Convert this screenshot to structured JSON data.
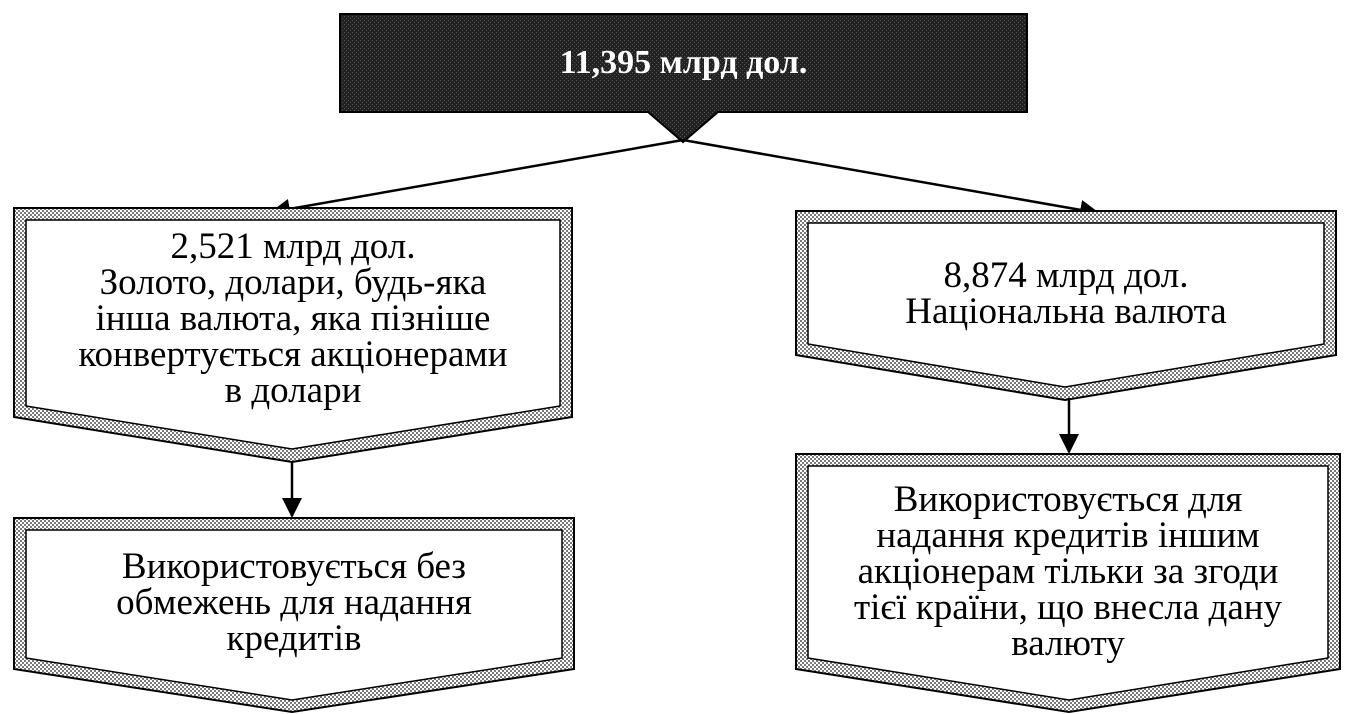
{
  "root": {
    "lines": [
      "11,395 млрд дол."
    ]
  },
  "left": {
    "source": {
      "lines": [
        "2,521 млрд дол.",
        "Золото, долари, будь-яка",
        "інша валюта, яка пізніше",
        "конвертується акціонерами",
        "в долари"
      ]
    },
    "use": {
      "lines": [
        "Використовується без",
        "обмежень для надання",
        "кредитів"
      ]
    }
  },
  "right": {
    "source": {
      "lines": [
        "8,874 млрд дол.",
        "Національна валюта"
      ]
    },
    "use": {
      "lines": [
        "Використовується для",
        "надання кредитів іншим",
        "акціонерам тільки за згоди",
        "тієї країни, що внесла дану",
        "валюту"
      ]
    }
  },
  "colors": {
    "root_fill": "#2a2a2a",
    "border_pattern": "#9a9a9a",
    "line": "#000000"
  }
}
